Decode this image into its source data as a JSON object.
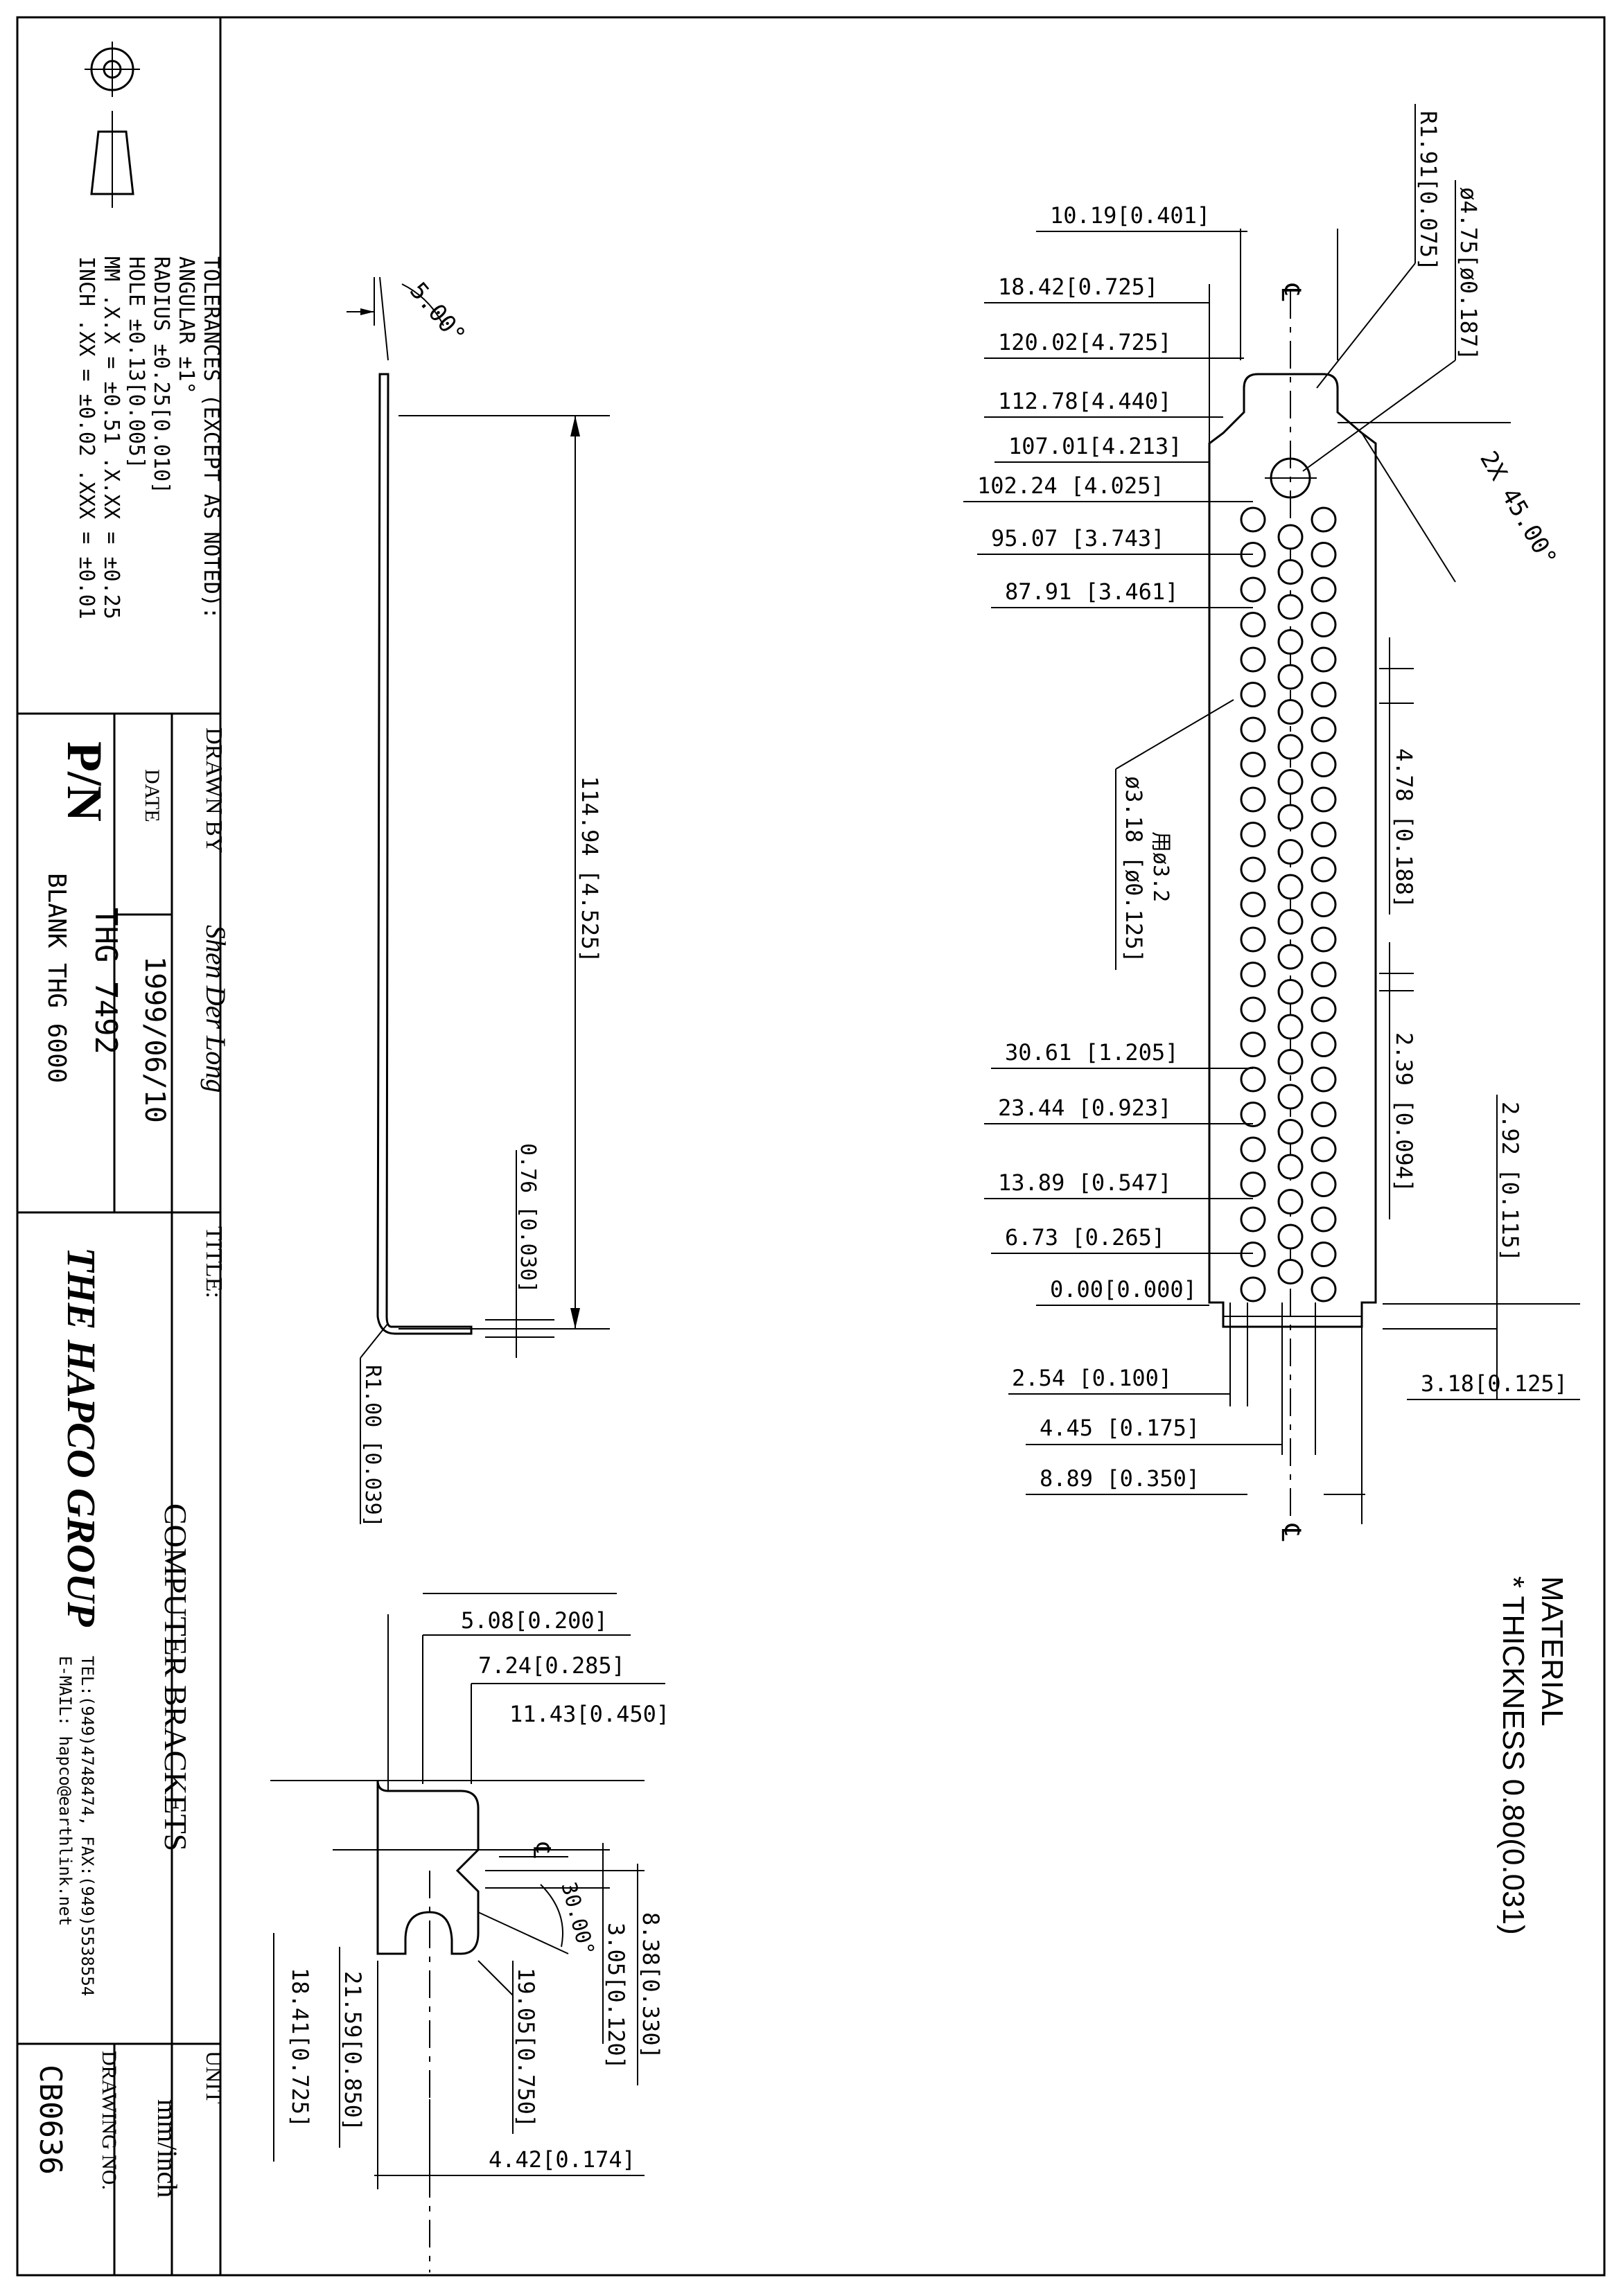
{
  "title_block": {
    "tolerances": {
      "heading": "TOLERANCES (EXCEPT AS NOTED):",
      "angular": "ANGULAR ±1°",
      "radius": "RADIUS ±0.25[0.010]",
      "hole": "HOLE ±0.13[0.005]",
      "mm": "MM .X.X = ±0.51 .X.XX = ±0.25",
      "inch": "INCH .XX = ±0.02 .XXX = ±0.01"
    },
    "drawn_by_label": "DRAWN BY",
    "drawn_by": "Shen Der Long",
    "date_label": "DATE",
    "date": "1999/06/10",
    "pn_label": "P/N",
    "pn": "THG 7492",
    "blank": "BLANK THG 6000",
    "title_label": "TITLE:",
    "title": "COMPUTER BRACKETS",
    "company": "THE HAPCO GROUP",
    "tel_fax": "TEL:(949)4748474, FAX:(949)5538554",
    "email": "E-MAIL: hapco@earthlink.net",
    "unit_label": "UNIT",
    "unit": "mm/inch",
    "drawing_no_label": "DRAWING NO.",
    "drawing_no": "CB0636"
  },
  "material": {
    "heading": "MATERIAL",
    "thickness": "* THICKNESS 0.80(0.031)"
  },
  "side_view": {
    "angle": "5.00°",
    "height": "114.94 [4.525]",
    "offset": "0.76 [0.030]",
    "radius": "R1.00 [0.039]"
  },
  "main_view": {
    "dim_left": [
      "10.19[0.401]",
      "18.42[0.725]",
      "120.02[4.725]",
      "112.78[4.440]",
      "107.01[4.213]",
      "102.24 [4.025]",
      "95.07 [3.743]",
      "87.91 [3.461]",
      "30.61 [1.205]",
      "23.44 [0.923]",
      "13.89 [0.547]",
      "6.73 [0.265]",
      "0.00[0.000]"
    ],
    "dim_bottom": [
      "2.54 [0.100]",
      "4.45 [0.175]",
      "8.89 [0.350]"
    ],
    "dim_right": [
      "3.18[0.125]",
      "2.92 [0.115]",
      "2.39 [0.094]",
      "4.78 [0.188]"
    ],
    "dim_top_right": [
      "R1.91[0.075]",
      "ø4.75[ø0.187]"
    ],
    "chamfer": "2X 45.00°",
    "hole_note": "ø3.18 [ø0.125]",
    "hole_note_cn": "用ø3.2",
    "centerline": "℄"
  },
  "detail_view": {
    "dims_top": [
      "5.08[0.200]",
      "7.24[0.285]",
      "11.43[0.450]"
    ],
    "dims_right": [
      "8.38[0.330]",
      "3.05[0.120]"
    ],
    "angle": "30.00°",
    "dims_bottom": [
      "19.05[0.750]",
      "21.59[0.850]",
      "18.41[0.725]",
      "4.42[0.174]"
    ],
    "centerline": "℄"
  }
}
